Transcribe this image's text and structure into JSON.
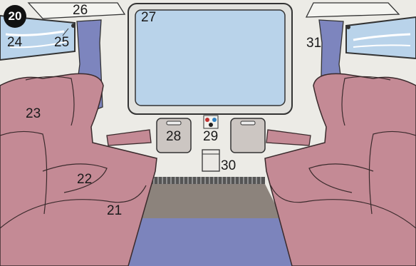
{
  "figure": {
    "badge": "20",
    "callouts": [
      "21",
      "22",
      "23",
      "24",
      "25",
      "26",
      "27",
      "28",
      "29",
      "30",
      "31"
    ]
  },
  "colors": {
    "wall": "#ecebe6",
    "seat": "#c48a95",
    "seat_outline": "#3a2a2c",
    "window_glass": "#b9d3ea",
    "curtain": "#7d85be",
    "floor_front": "#7c84bc",
    "floor_back": "#8c837c",
    "badge": "#111111"
  }
}
